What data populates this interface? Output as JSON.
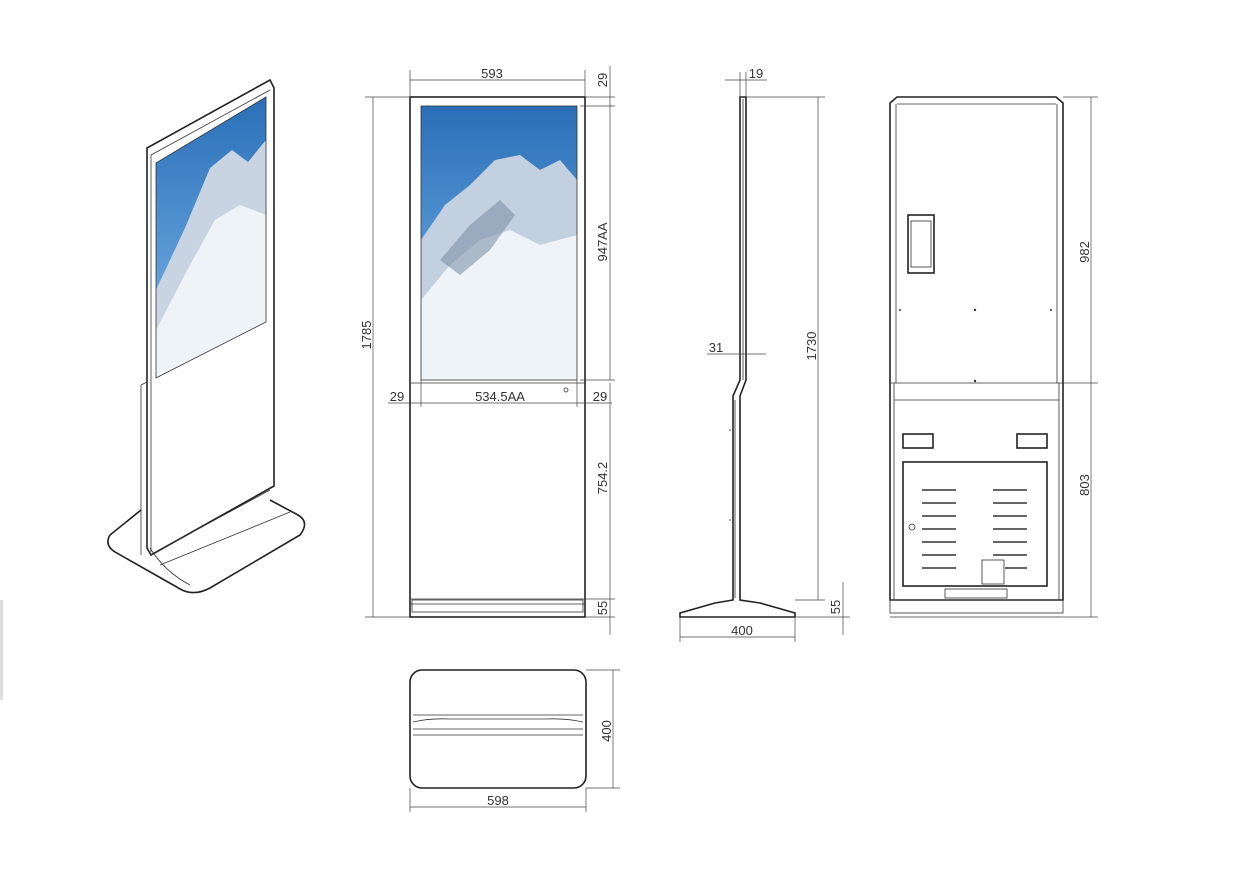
{
  "dimensions": {
    "front_width": "593",
    "top_gap": "29",
    "screen_height": "947AA",
    "total_height": "1785",
    "screen_width": "534.5AA",
    "left_margin": "29",
    "right_margin": "29",
    "lower_height": "754.2",
    "base_height": "55",
    "side_thickness": "19",
    "side_ledge": "31",
    "side_height": "1730",
    "side_base_height": "55",
    "side_depth": "400",
    "back_upper": "982",
    "back_lower": "803",
    "top_depth": "400",
    "top_width": "598"
  },
  "colors": {
    "sky": "#2f78c3",
    "snow": "#eef3f8",
    "line": "#222222"
  }
}
